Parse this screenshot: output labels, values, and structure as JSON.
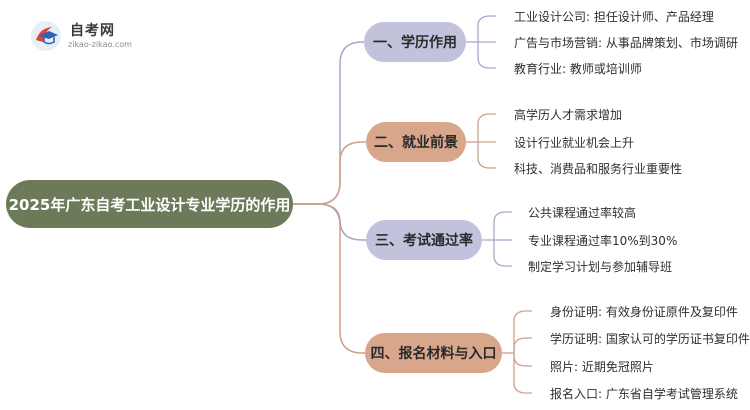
{
  "logo": {
    "title": "自考网",
    "subtitle": "zikao-zikao.com",
    "icon": "graduation-cap-icon"
  },
  "root": {
    "label": "2025年广东自考工业设计专业学历的作用"
  },
  "colors": {
    "root": "#6c7a5a",
    "branch_purple": "#c3c2dd",
    "branch_orange": "#d7a68b",
    "connector_root": "#c9a08c",
    "connector_purple": "#a9a7c9",
    "connector_orange": "#cfa08a"
  },
  "branches": [
    {
      "label": "一、学历作用",
      "leaves": [
        "工业设计公司: 担任设计师、产品经理",
        "广告与市场营销: 从事品牌策划、市场调研",
        "教育行业: 教师或培训师"
      ]
    },
    {
      "label": "二、就业前景",
      "leaves": [
        "高学历人才需求增加",
        "设计行业就业机会上升",
        "科技、消费品和服务行业重要性"
      ]
    },
    {
      "label": "三、考试通过率",
      "leaves": [
        "公共课程通过率较高",
        "专业课程通过率10%到30%",
        "制定学习计划与参加辅导班"
      ]
    },
    {
      "label": "四、报名材料与入口",
      "leaves": [
        "身份证明: 有效身份证原件及复印件",
        "学历证明: 国家认可的学历证书复印件",
        "照片: 近期免冠照片",
        "报名入口: 广东省自学考试管理系统"
      ]
    }
  ]
}
